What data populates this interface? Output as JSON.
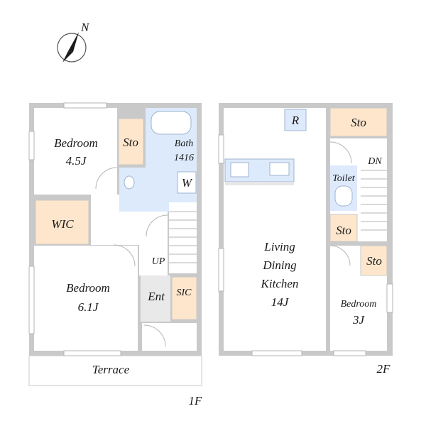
{
  "compass": {
    "north_label": "N"
  },
  "floor1": {
    "label": "1F",
    "rooms": {
      "bedroom_a": {
        "name": "Bedroom",
        "size": "4.5J"
      },
      "sto": "Sto",
      "bath": {
        "name": "Bath",
        "size": "1416"
      },
      "washer": "W",
      "wic": "WIC",
      "bedroom_b": {
        "name": "Bedroom",
        "size": "6.1J"
      },
      "up": "UP",
      "entrance": "Ent",
      "sic": "SIC",
      "terrace": "Terrace"
    }
  },
  "floor2": {
    "label": "2F",
    "rooms": {
      "refrigerator": "R",
      "sto_top": "Sto",
      "dn": "DN",
      "toilet": "Toilet",
      "sto_mid": "Sto",
      "sto_right": "Sto",
      "ldk": {
        "line1": "Living",
        "line2": "Dining",
        "line3": "Kitchen",
        "size": "14J"
      },
      "bedroom": {
        "name": "Bedroom",
        "size": "3J"
      }
    }
  }
}
